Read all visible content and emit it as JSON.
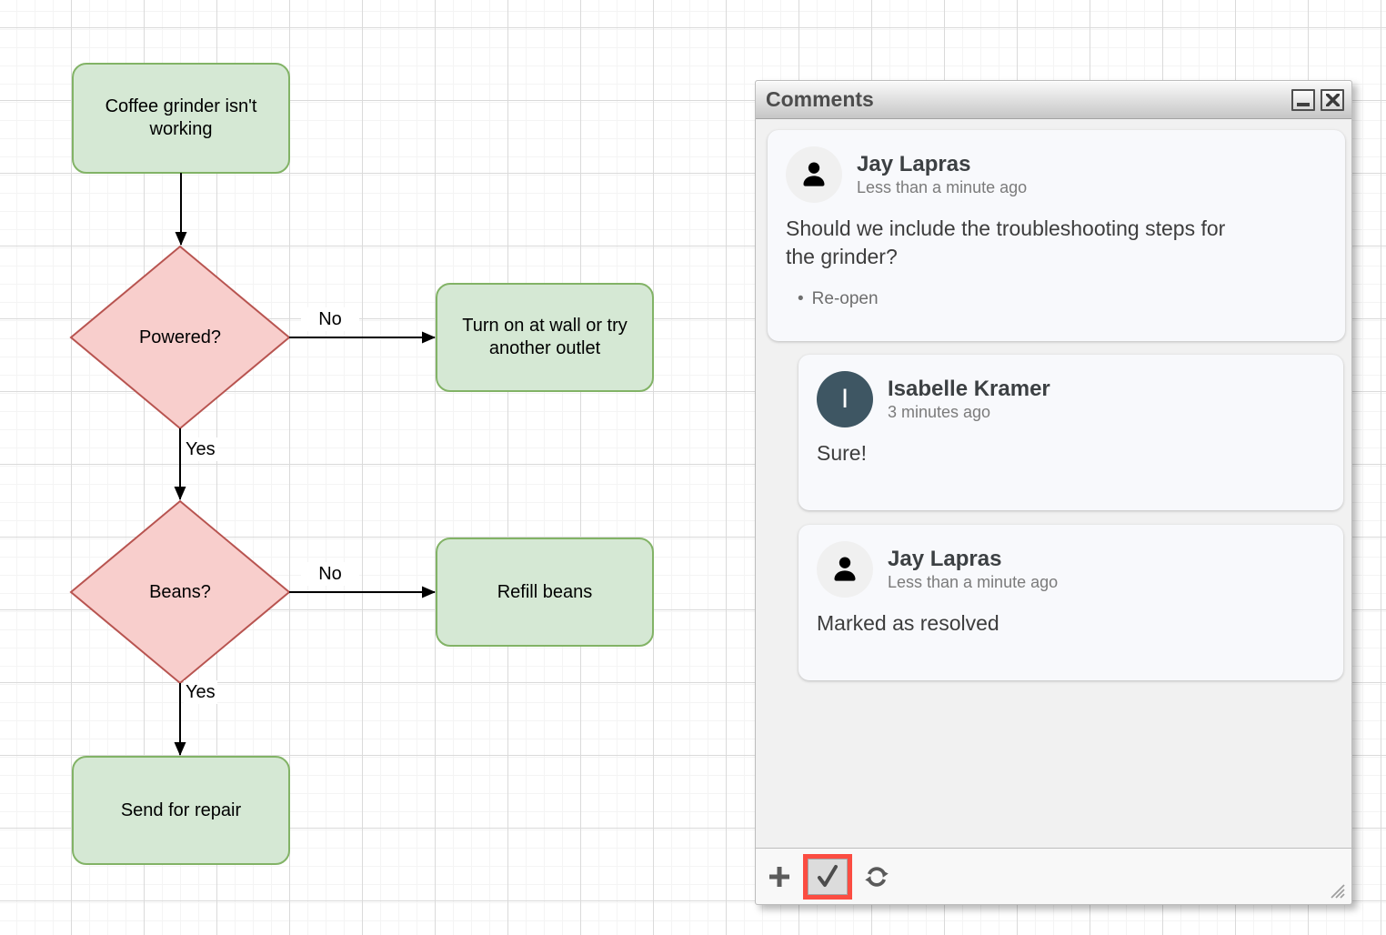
{
  "colors": {
    "node_green_fill": "#d5e8d4",
    "node_green_stroke": "#82b366",
    "node_red_fill": "#f8cecc",
    "node_red_stroke": "#b85450",
    "edge_color": "#000000",
    "resolve_highlight_red": "#fb4d42",
    "avatar_letter_bg": "#3e5663",
    "card_bg": "#f8f9fc"
  },
  "flowchart": {
    "nodes": [
      {
        "id": "start",
        "type": "rounded-rect",
        "label": "Coffee grinder isn't\nworking"
      },
      {
        "id": "powered",
        "type": "decision",
        "label": "Powered?"
      },
      {
        "id": "outlet",
        "type": "rounded-rect",
        "label": "Turn on at wall or try\nanother outlet"
      },
      {
        "id": "beans",
        "type": "decision",
        "label": "Beans?"
      },
      {
        "id": "refill",
        "type": "rounded-rect",
        "label": "Refill beans"
      },
      {
        "id": "repair",
        "type": "rounded-rect",
        "label": "Send for repair"
      }
    ],
    "edges": [
      {
        "from": "start",
        "to": "powered",
        "label": ""
      },
      {
        "from": "powered",
        "to": "outlet",
        "label": "No"
      },
      {
        "from": "powered",
        "to": "beans",
        "label": "Yes"
      },
      {
        "from": "beans",
        "to": "refill",
        "label": "No"
      },
      {
        "from": "beans",
        "to": "repair",
        "label": "Yes"
      }
    ]
  },
  "comments": {
    "title": "Comments",
    "window_controls": [
      "minimize-icon",
      "close-icon"
    ],
    "items": [
      {
        "author": "Jay Lapras",
        "time": "Less than a minute ago",
        "text": "Should we include the troubleshooting steps for\nthe grinder?",
        "action_bullet": "•",
        "action": "Re-open",
        "avatar": "person-icon"
      },
      {
        "author": "Isabelle Kramer",
        "time": "3 minutes ago",
        "text": "Sure!",
        "avatar_letter": "I"
      },
      {
        "author": "Jay Lapras",
        "time": "Less than a minute ago",
        "text": "Marked as resolved",
        "avatar": "person-icon"
      }
    ],
    "toolbar": {
      "icons": [
        "add-comment-icon",
        "resolve-check-icon",
        "refresh-icon"
      ],
      "highlighted": "resolve-check-icon"
    }
  }
}
